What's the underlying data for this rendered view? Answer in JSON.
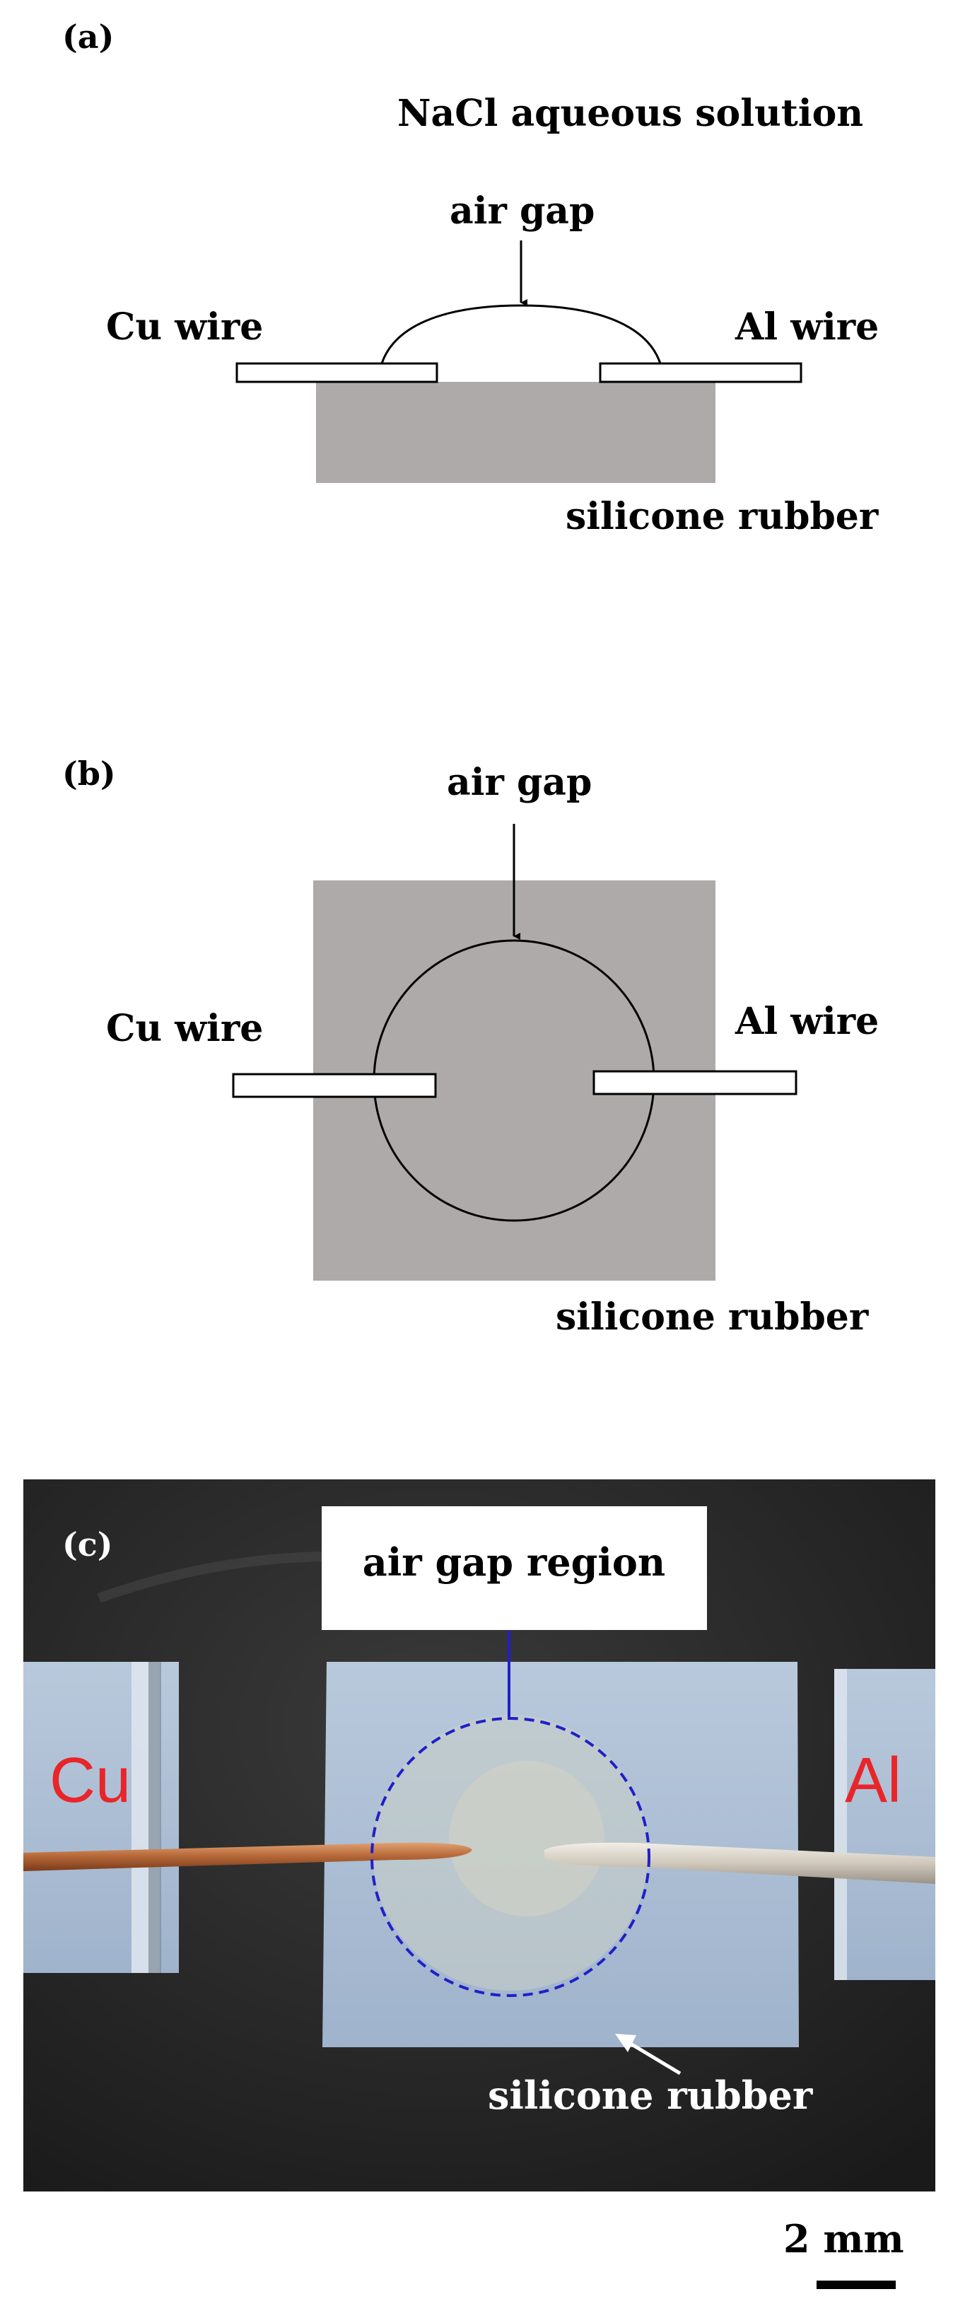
{
  "panel_a": {
    "tag": "(a)",
    "solution_label": "NaCl aqueous solution",
    "air_gap_label": "air gap",
    "left_wire_label": "Cu wire",
    "right_wire_label": "Al wire",
    "substrate_label": "silicone rubber"
  },
  "panel_b": {
    "tag": "(b)",
    "air_gap_label": "air gap",
    "left_wire_label": "Cu wire",
    "right_wire_label": "Al wire",
    "substrate_label": "silicone rubber"
  },
  "panel_c": {
    "tag": "(c)",
    "region_label": "air gap region",
    "left_metal_label": "Cu",
    "right_metal_label": "Al",
    "substrate_label": "silicone rubber"
  },
  "scale_bar": {
    "label": "2 mm"
  },
  "colors": {
    "rubber_gray": "#aeaaaa",
    "photo_bg": "#2a2a2a",
    "metal_label_red": "#e8262a",
    "region_outline_blue": "#2020c8"
  }
}
